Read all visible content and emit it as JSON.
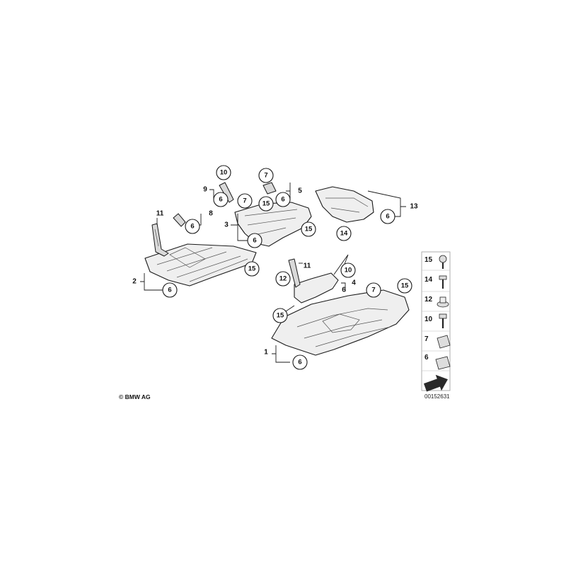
{
  "callouts": {
    "c10_top": "10",
    "c6_upper_left": "6",
    "c7_left": "7",
    "c7_mid": "7",
    "c6_mid": "6",
    "c15_top": "15",
    "c6_mid_bracket": "6",
    "c6_panel3": "6",
    "c15_panel3": "15",
    "c6_right": "6",
    "c14": "14",
    "c15_left_panel": "15",
    "c6_left_bottom": "6",
    "c12": "12",
    "c10_mid": "10",
    "c7_right": "7",
    "c15_right": "15",
    "c15_lower": "15",
    "c6_bottom": "6"
  },
  "labels": {
    "l9": "9",
    "l5": "5",
    "l13": "13",
    "l11_left": "11",
    "l8": "8",
    "l3": "3",
    "l2": "2",
    "l11_right": "11",
    "l4": "4",
    "l6_near4": "6",
    "l1": "1"
  },
  "legend": {
    "items": [
      "15",
      "14",
      "12",
      "10",
      "7",
      "6"
    ]
  },
  "footer": {
    "copyright": "© BMW AG",
    "diagram_code": "00152631"
  }
}
